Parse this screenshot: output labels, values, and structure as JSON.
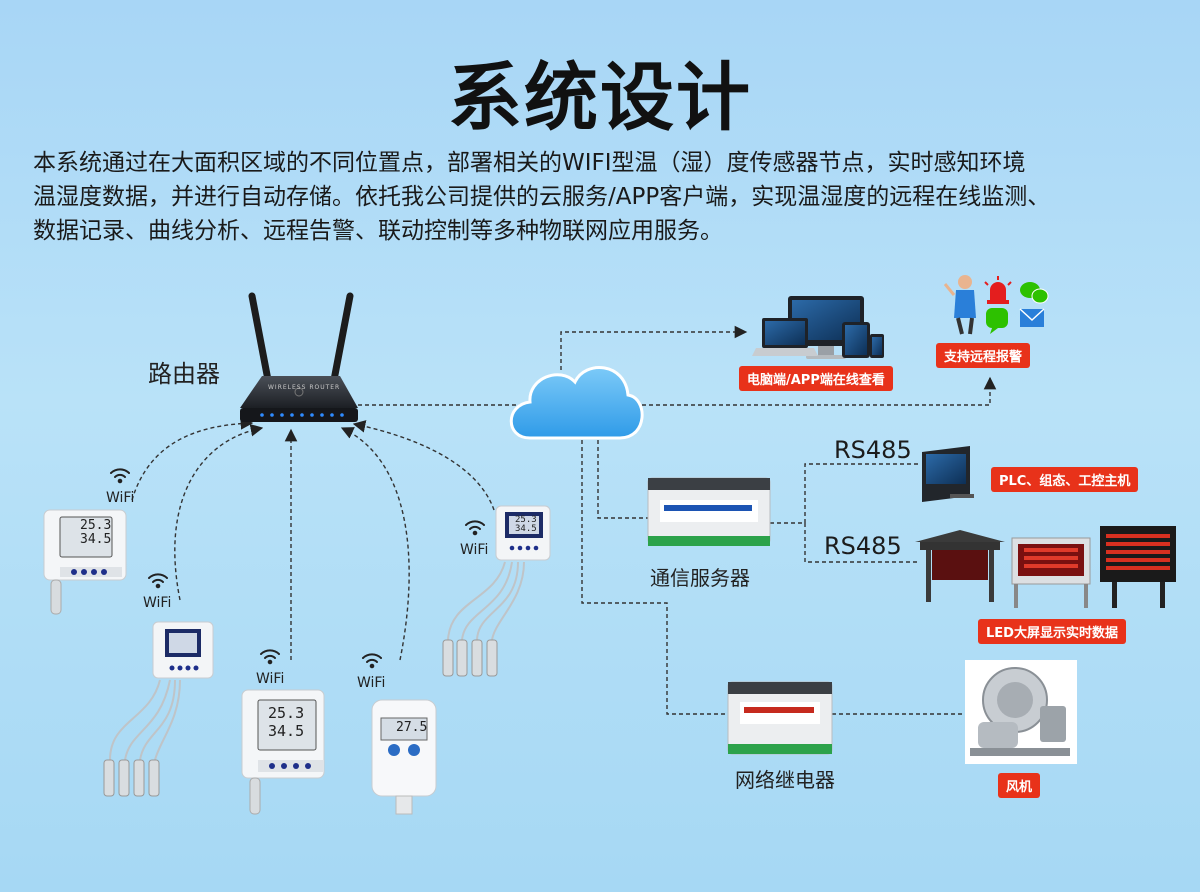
{
  "title": "系统设计",
  "intro": {
    "line1": "本系统通过在大面积区域的不同位置点，部署相关的WIFI型温（湿）度传感器节点，实时感知环境",
    "line2": "温湿度数据，并进行自动存储。依托我公司提供的云服务/APP客户端，实现温湿度的远程在线监测、",
    "line3": "数据记录、曲线分析、远程告警、联动控制等多种物联网应用服务。"
  },
  "labels": {
    "router": "路由器",
    "router_brand": "WIRELESS ROUTER",
    "comm_server": "通信服务器",
    "net_relay": "网络继电器",
    "rs485_top": "RS485",
    "rs485_bottom": "RS485",
    "wifi": "WiFi"
  },
  "tags": {
    "pc_app": "电脑端/APP端在线查看",
    "alarm": "支持远程报警",
    "plc": "PLC、组态、工控主机",
    "led": "LED大屏显示实时数据",
    "fan": "风机"
  },
  "device_readouts": {
    "s1_temp": "25.3",
    "s1_hum": "34.5",
    "s2_temp": "25.3",
    "s2_hum": "34.5",
    "s3_temp": "25.3",
    "s3_hum": "34.5",
    "s4_value": "27.5"
  },
  "colors": {
    "accent_tag": "#e8321a",
    "cloud": "#3ba7ee",
    "line": "#333333"
  }
}
